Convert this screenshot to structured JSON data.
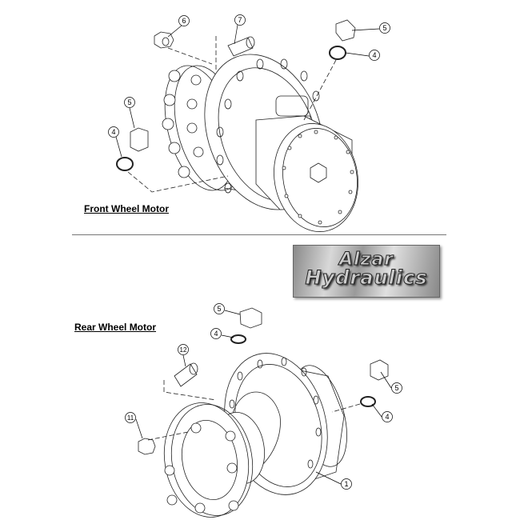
{
  "front": {
    "title": "Front Wheel Motor",
    "callouts": [
      "6",
      "7",
      "5",
      "4",
      "5",
      "4"
    ]
  },
  "rear": {
    "title": "Rear Wheel Motor",
    "callouts": [
      "5",
      "4",
      "12",
      "5",
      "4",
      "11",
      "1"
    ]
  },
  "logo": {
    "line1": "Alzar",
    "line2": "Hydraulics"
  }
}
